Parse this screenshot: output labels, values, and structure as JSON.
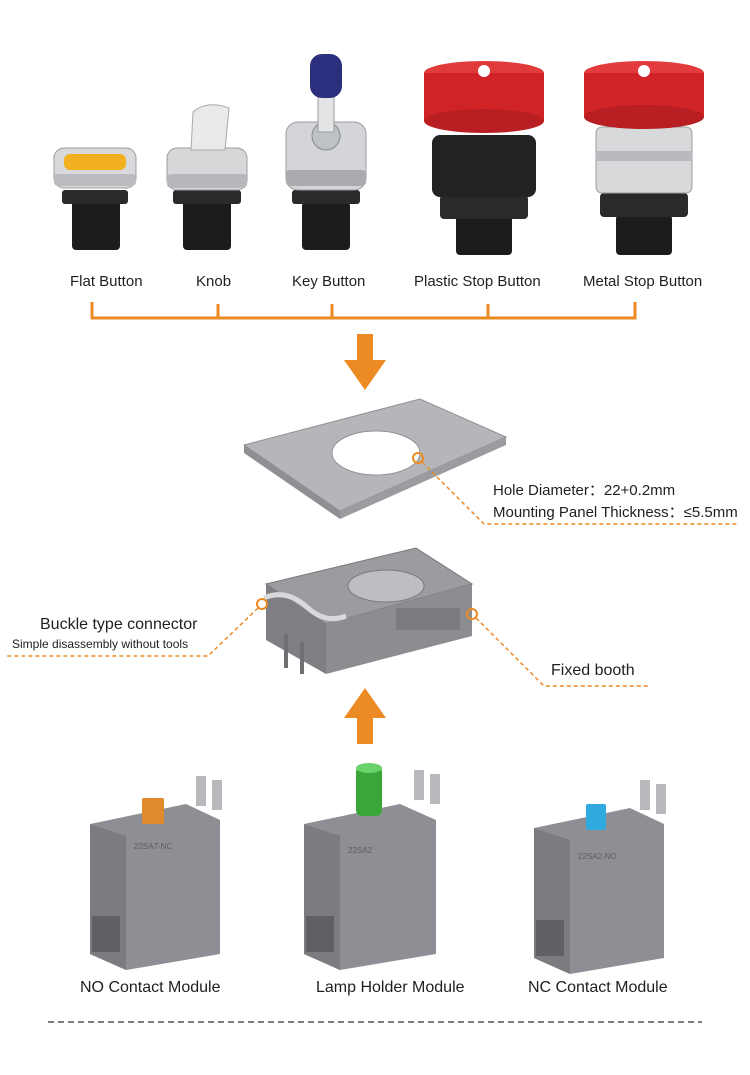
{
  "top_components": [
    {
      "label": "Flat Button",
      "icon": "flat-button-icon"
    },
    {
      "label": "Knob",
      "icon": "knob-selector-icon"
    },
    {
      "label": "Key Button",
      "icon": "key-switch-icon"
    },
    {
      "label": "Plastic  Stop  Button",
      "icon": "plastic-stop-button-icon"
    },
    {
      "label": "Metal  Stop Button",
      "icon": "metal-stop-button-icon"
    }
  ],
  "panel": {
    "hole_diameter": "Hole Diameter：22+0.2mm",
    "panel_thickness": "Mounting Panel Thickness：≤5.5mm"
  },
  "booth": {
    "buckle_title": "Buckle type connector",
    "buckle_subtitle": "Simple disassembly without tools",
    "fixed_label": "Fixed booth"
  },
  "modules": [
    {
      "label": "NO Contact  Module",
      "print": "22SA7-NC",
      "accent": "#e08a2e"
    },
    {
      "label": "Lamp Holder Module",
      "print": "22SA2",
      "accent": "#3aa63a"
    },
    {
      "label": "NC Contact Module",
      "print": "22SA2-NO",
      "accent": "#2fa9e0"
    }
  ],
  "colors": {
    "accent_orange": "#ec8a23",
    "module_gray": "#8d8f94",
    "stop_red": "#d4262a"
  }
}
